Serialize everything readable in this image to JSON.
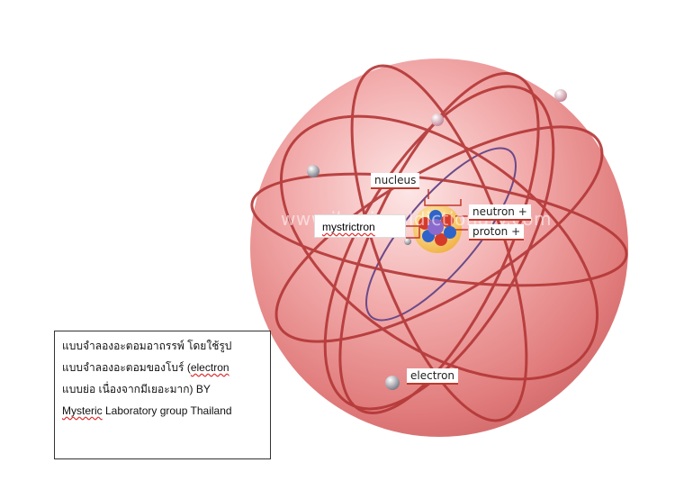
{
  "watermark": "www.ikonisualdictionary.com",
  "labels": {
    "nucleus": "nucleus",
    "neutron": "neutron +",
    "proton": "proton +",
    "electron": "electron",
    "mystrictron": "mystrictron"
  },
  "caption": {
    "line1": "แบบจำลองอะตอมอาถรรพ์ โดยใช้รูป",
    "line2_a": "แบบจำลองอะตอมของโบร์",
    "line2_b": " (",
    "line2_c": "electron",
    "line3": "แบบย่อ เนื่องจากมีเยอะมาก) BY",
    "line4_a": "Mysteric",
    "line4_b": " Laboratory group Thailand"
  },
  "colors": {
    "sphere": "#e88a8a",
    "orbit": "#b33636",
    "inner_orbit": "#6a4a8a",
    "electron": "#b0b0b8",
    "label_rule": "#c0392b"
  }
}
